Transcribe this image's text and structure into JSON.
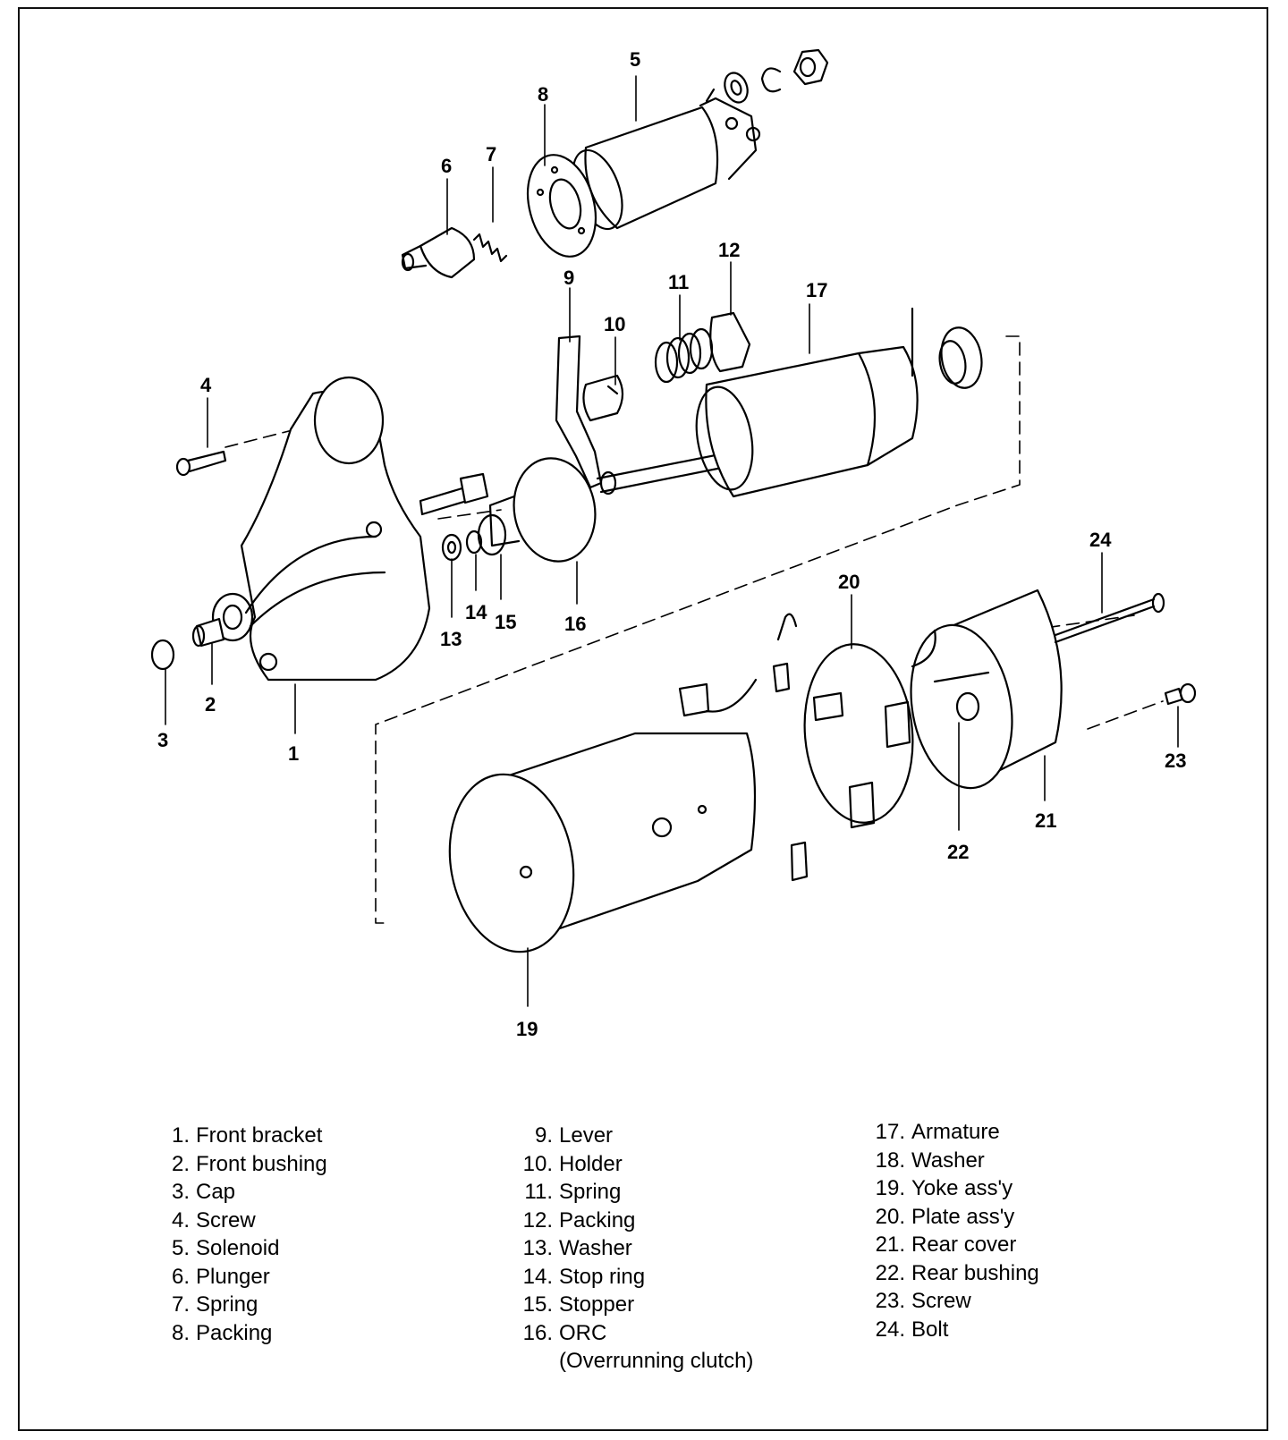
{
  "callouts": {
    "c1": "1",
    "c2": "2",
    "c3": "3",
    "c4": "4",
    "c5": "5",
    "c6": "6",
    "c7": "7",
    "c8": "8",
    "c9": "9",
    "c10": "10",
    "c11": "11",
    "c12": "12",
    "c13": "13",
    "c14": "14",
    "c15": "15",
    "c16": "16",
    "c17": "17",
    "c19": "19",
    "c20": "20",
    "c21": "21",
    "c22": "22",
    "c23": "23",
    "c24": "24"
  },
  "legend": {
    "col1": [
      {
        "num": "1.",
        "label": "Front bracket"
      },
      {
        "num": "2.",
        "label": "Front bushing"
      },
      {
        "num": "3.",
        "label": "Cap"
      },
      {
        "num": "4.",
        "label": "Screw"
      },
      {
        "num": "5.",
        "label": "Solenoid"
      },
      {
        "num": "6.",
        "label": "Plunger"
      },
      {
        "num": "7.",
        "label": "Spring"
      },
      {
        "num": "8.",
        "label": "Packing"
      }
    ],
    "col2": [
      {
        "num": "9.",
        "label": "Lever"
      },
      {
        "num": "10.",
        "label": "Holder"
      },
      {
        "num": "11.",
        "label": "Spring"
      },
      {
        "num": "12.",
        "label": "Packing"
      },
      {
        "num": "13.",
        "label": "Washer"
      },
      {
        "num": "14.",
        "label": "Stop ring"
      },
      {
        "num": "15.",
        "label": "Stopper"
      },
      {
        "num": "16.",
        "label": "ORC"
      }
    ],
    "col2_sub": "(Overrunning clutch)",
    "col3": [
      {
        "num": "17.",
        "label": "Armature"
      },
      {
        "num": "18.",
        "label": "Washer"
      },
      {
        "num": "19.",
        "label": "Yoke ass'y"
      },
      {
        "num": "20.",
        "label": "Plate ass'y"
      },
      {
        "num": "21.",
        "label": "Rear cover"
      },
      {
        "num": "22.",
        "label": "Rear bushing"
      },
      {
        "num": "23.",
        "label": "Screw"
      },
      {
        "num": "24.",
        "label": "Bolt"
      }
    ]
  }
}
